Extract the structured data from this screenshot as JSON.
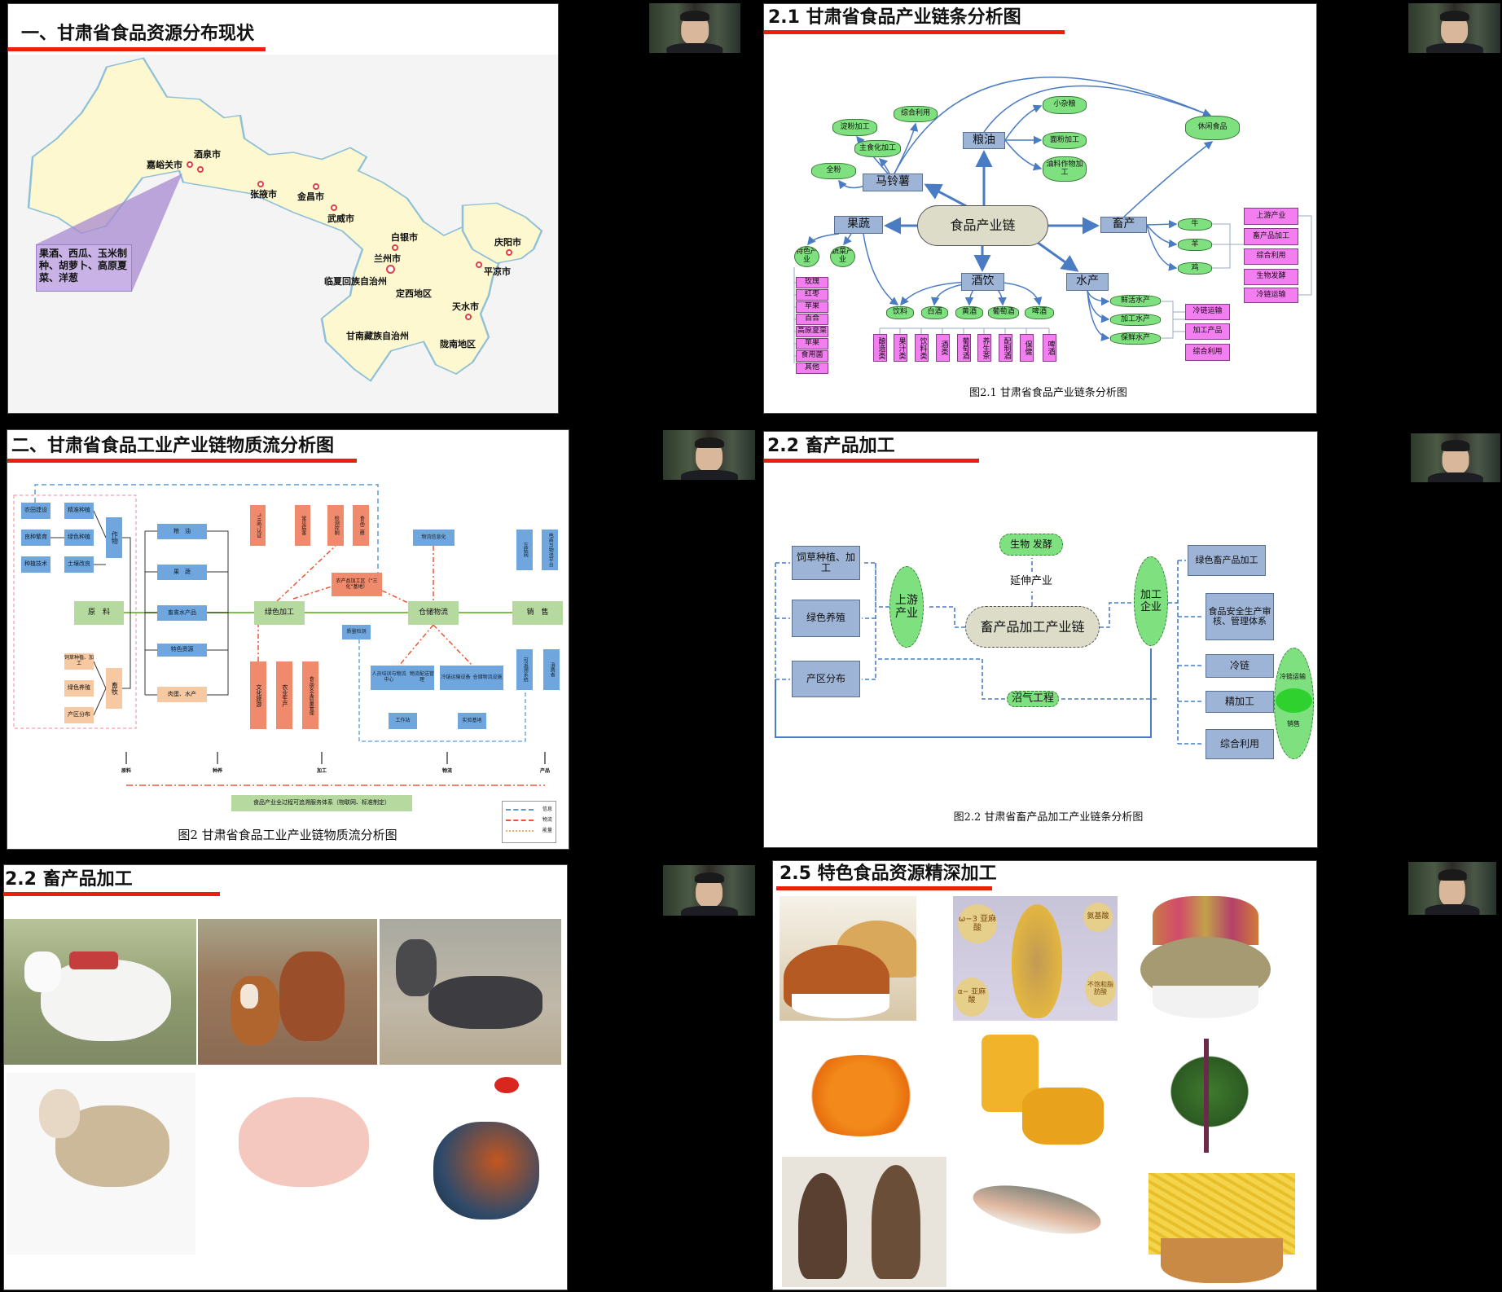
{
  "slides": {
    "s1": {
      "title": "一、甘肃省食品资源分布现状",
      "callout": "果酒、西瓜、玉米制种、胡萝卜、高原夏菜、洋葱",
      "cities": [
        "嘉峪关市",
        "酒泉市",
        "张掖市",
        "金昌市",
        "武威市",
        "白银市",
        "兰州市",
        "庆阳市",
        "平凉市",
        "临夏回族自治州",
        "定西地区",
        "天水市",
        "甘南藏族自治州",
        "陇南地区"
      ]
    },
    "s2": {
      "title": "2.1 甘肃省食品产业链条分析图",
      "center": "食品产业链",
      "hubs": {
        "potato": "马铃薯",
        "grain": "粮油",
        "fruit": "果蔬",
        "livestock": "畜产",
        "drinks": "酒饮",
        "aquatic": "水产"
      },
      "potato_items": [
        "综合利用",
        "淀粉加工",
        "主食化加工",
        "全粉"
      ],
      "grain_items": [
        "小杂粮",
        "面粉加工",
        "油料作物加工"
      ],
      "snack": "休闲食品",
      "livestock_items": [
        "牛",
        "羊",
        "鸡"
      ],
      "livestock_pink": [
        "上游产业",
        "畜产品加工",
        "综合利用",
        "生物发酵",
        "冷链运输"
      ],
      "fruit_items": [
        "特色产业",
        "蔬菜产业"
      ],
      "fruit_list": [
        "玫瑰",
        "红枣",
        "苹果",
        "百合",
        "高原夏菜",
        "苹果",
        "食用菌",
        "其他"
      ],
      "drink_items": [
        "饮料",
        "白酒",
        "黄酒",
        "葡萄酒",
        "啤酒"
      ],
      "drink_pink": [
        "酿造类",
        "果汁类",
        "饮料类",
        "酒类",
        "葡萄酒",
        "养生茶",
        "配制酒",
        "保健",
        "啤酒"
      ],
      "aquatic_items": [
        "鲜活水产",
        "加工水产",
        "保鲜水产"
      ],
      "aquatic_pink": [
        "冷链运输",
        "加工产品",
        "综合利用"
      ],
      "caption": "图2.1 甘肃省食品产业链条分析图"
    },
    "s3": {
      "title": "二、甘肃省食品工业产业链物质流分析图",
      "main": [
        "原　料",
        "绿色加工",
        "仓储物流",
        "销　售"
      ],
      "left_col1": [
        "农田建设",
        "良种繁育",
        "种植技术"
      ],
      "left_col2": [
        "精准种植",
        "绿色种植",
        "土壤改良"
      ],
      "crop": "作物",
      "left_orange": [
        "饲草种植、加工",
        "绿色养殖",
        "产区分布"
      ],
      "livestock": "畜牧",
      "mid_blue": [
        "粮　油",
        "果　蔬",
        "畜禽水产品",
        "特色资源"
      ],
      "mid_orange": [
        "肉蛋、水产"
      ],
      "top_orange": [
        "“三品”认证",
        "常见病害",
        "检测控制",
        "食品二维"
      ],
      "mid_box": "农产品加工区（“三化”基地）",
      "storage_top": "物流信息化",
      "small_blue": "质量检测",
      "bottom_orange": [
        "文化旅游",
        "农业生产",
        "食品安全质量管理"
      ],
      "bottom_blue": [
        "人员培训与物流中心",
        "物流配送管理",
        "冷链运输设备",
        "仓储物流设施"
      ],
      "bottom_small": [
        "工作站",
        "实验基地"
      ],
      "right_top": [
        "互联网",
        "电商与物流平台"
      ],
      "right_bottom": [
        "可追溯系统",
        "消费者"
      ],
      "stages": [
        "原料",
        "种养",
        "加工",
        "物流",
        "产品"
      ],
      "trace": "食品产业全过程可追溯服务体系（物联网、标准制定）",
      "legend": [
        "信息",
        "物流",
        "能量"
      ],
      "caption": "图2 甘肃省食品工业产业链物质流分析图"
    },
    "s4": {
      "title": "2.2 畜产品加工",
      "left": [
        "饲草种植、加工",
        "绿色养殖",
        "产区分布"
      ],
      "upstream": "上游产业",
      "center": "畜产品加工产业链",
      "bio": "生物 发酵",
      "extend": "延伸产业",
      "biogas": "沼气工程",
      "enterprise": "加工企业",
      "right": [
        "绿色畜产品加工",
        "食品安全生产审核、管理体系",
        "冷链",
        "精加工",
        "综合利用"
      ],
      "ellipse": [
        "冷链运输",
        "销售"
      ],
      "caption": "图2.2 甘肃省畜产品加工产业链条分析图"
    },
    "s5": {
      "title": "2.2 畜产品加工"
    },
    "s6": {
      "title": "2.5 特色食品资源精深加工",
      "flax_labels": [
        "ω−3 亚麻酸",
        "氨基酸",
        "α− 亚麻酸",
        "不饱和脂肪酸"
      ]
    }
  },
  "colors": {
    "accent_bar": "#e8200c",
    "node_blue": "#9db4d6",
    "node_green": "#7ee07e",
    "node_pink": "#f27ef0"
  }
}
